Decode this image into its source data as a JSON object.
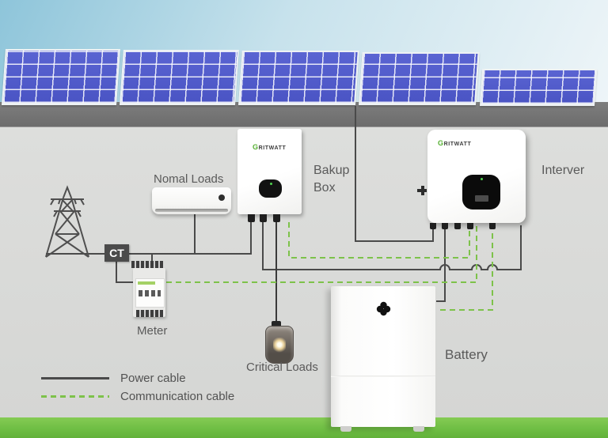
{
  "diagram": {
    "brand": {
      "g": "G",
      "rest": "RITWATT"
    },
    "labels": {
      "normal_loads": "Nomal Loads",
      "backup_box_line1": "Bakup",
      "backup_box_line2": "Box",
      "inverter": "Interver",
      "battery": "Battery",
      "meter": "Meter",
      "critical_loads": "Critical Loads",
      "ct": "CT"
    },
    "legend": {
      "power": "Power cable",
      "communication": "Communication cable"
    },
    "colors": {
      "power_cable": "#4a4a4a",
      "communication_cable": "#7dc24a",
      "panel_blue": "#515cc9",
      "roof_gray": "#757575",
      "wall_gray": "#d9dad8",
      "grass_green": "#6fbe44",
      "sky_blue": "#8ec5da",
      "brand_green": "#55b031",
      "label_text": "#5a5a5a"
    }
  }
}
